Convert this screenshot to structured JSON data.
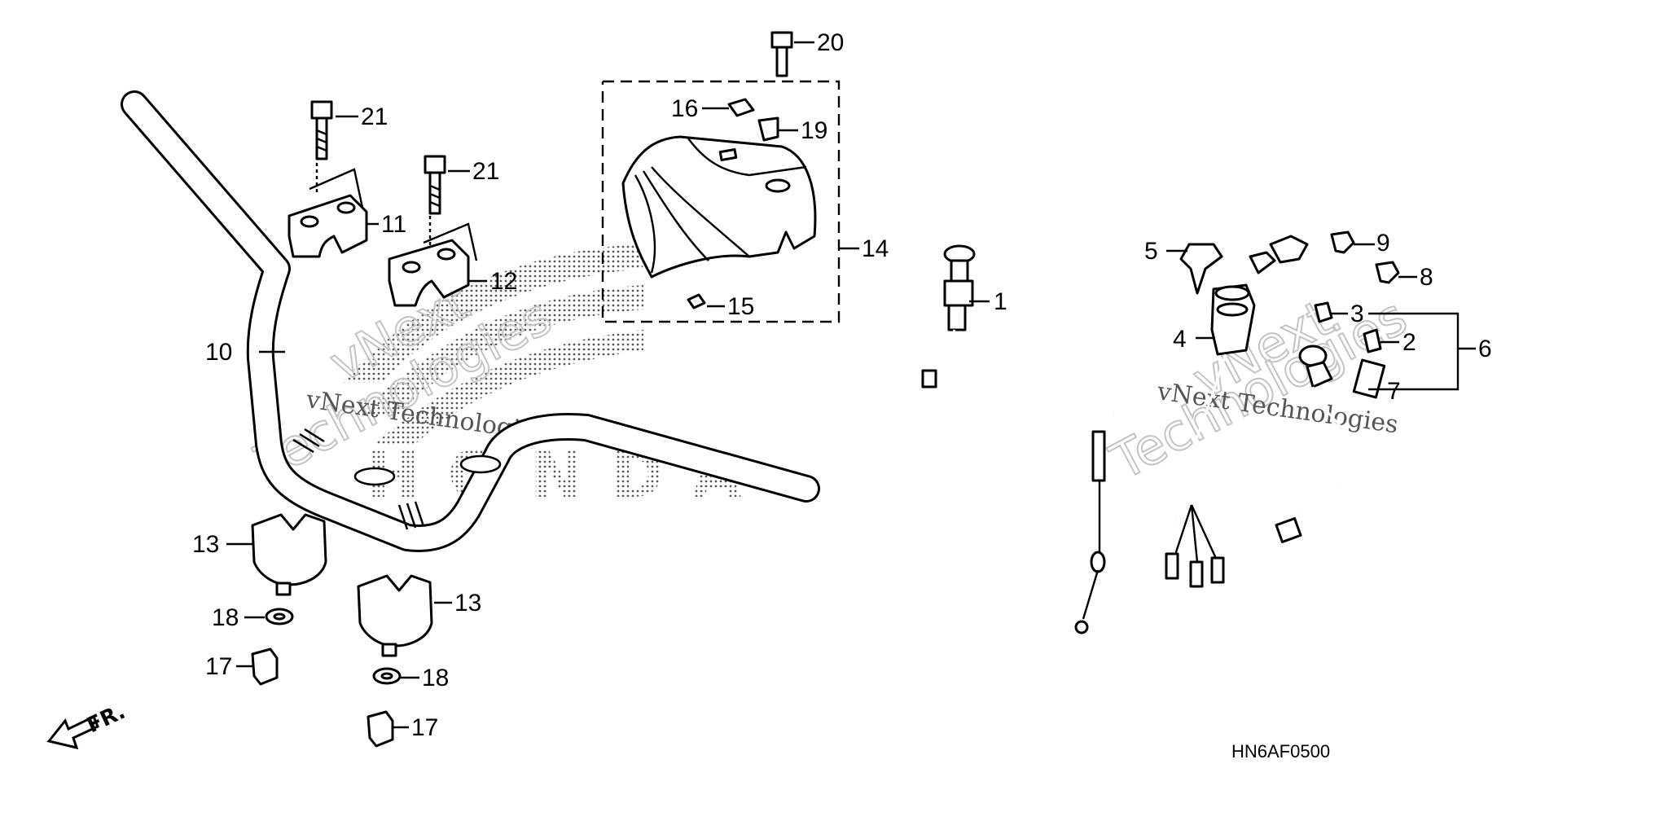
{
  "diagram": {
    "code": "HN6AF0500",
    "front_indicator": "FR.",
    "callouts": [
      "1",
      "2",
      "3",
      "4",
      "5",
      "6",
      "7",
      "8",
      "9",
      "10",
      "11",
      "12",
      "13",
      "13",
      "14",
      "15",
      "16",
      "17",
      "17",
      "18",
      "18",
      "19",
      "20",
      "21",
      "21"
    ],
    "watermark_logo": "HONDA",
    "watermarks": [
      {
        "line1": "vNext Technologies",
        "line2": "vNext",
        "line3": "Technologies"
      },
      {
        "line1": "vNext Technologies",
        "line2": "vNext",
        "line3": "Technologies"
      }
    ]
  }
}
